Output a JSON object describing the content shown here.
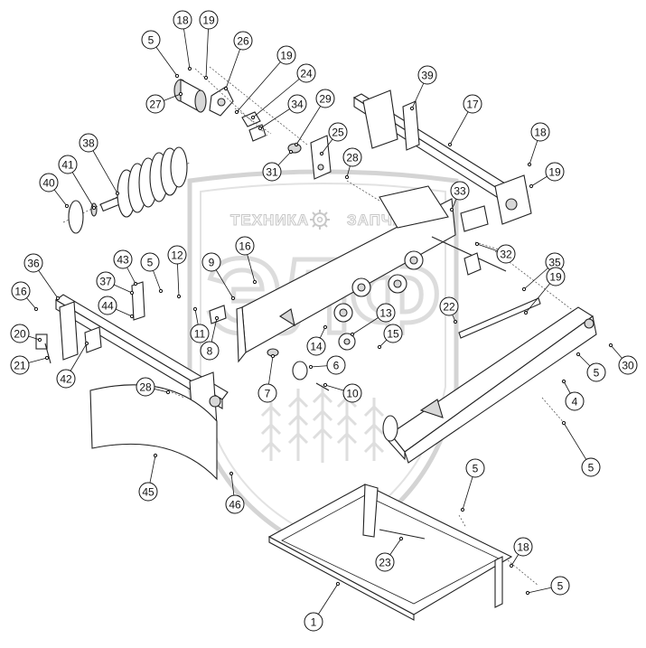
{
  "watermark": {
    "text_left": "ТЕХНИКА",
    "text_right": "ЗАПЧАСТИ",
    "logo_letters": "ЭЛФ",
    "gear_icon": "gear-icon"
  },
  "callouts": [
    {
      "id": "c5a",
      "label": "5"
    },
    {
      "id": "c18a",
      "label": "18"
    },
    {
      "id": "c19a",
      "label": "19"
    },
    {
      "id": "c26",
      "label": "26"
    },
    {
      "id": "c19b",
      "label": "19"
    },
    {
      "id": "c24",
      "label": "24"
    },
    {
      "id": "c27",
      "label": "27"
    },
    {
      "id": "c29",
      "label": "29"
    },
    {
      "id": "c34",
      "label": "34"
    },
    {
      "id": "c39",
      "label": "39"
    },
    {
      "id": "c17",
      "label": "17"
    },
    {
      "id": "c18b",
      "label": "18"
    },
    {
      "id": "c19c",
      "label": "19"
    },
    {
      "id": "c38",
      "label": "38"
    },
    {
      "id": "c41",
      "label": "41"
    },
    {
      "id": "c40",
      "label": "40"
    },
    {
      "id": "c25",
      "label": "25"
    },
    {
      "id": "c31",
      "label": "31"
    },
    {
      "id": "c28a",
      "label": "28"
    },
    {
      "id": "c33",
      "label": "33"
    },
    {
      "id": "c32",
      "label": "32"
    },
    {
      "id": "c36",
      "label": "36"
    },
    {
      "id": "c16a",
      "label": "16"
    },
    {
      "id": "c43",
      "label": "43"
    },
    {
      "id": "c5b",
      "label": "5"
    },
    {
      "id": "c12",
      "label": "12"
    },
    {
      "id": "c9",
      "label": "9"
    },
    {
      "id": "c16b",
      "label": "16"
    },
    {
      "id": "c37",
      "label": "37"
    },
    {
      "id": "c44",
      "label": "44"
    },
    {
      "id": "c11",
      "label": "11"
    },
    {
      "id": "c20",
      "label": "20"
    },
    {
      "id": "c21",
      "label": "21"
    },
    {
      "id": "c42",
      "label": "42"
    },
    {
      "id": "c8",
      "label": "8"
    },
    {
      "id": "c14",
      "label": "14"
    },
    {
      "id": "c13",
      "label": "13"
    },
    {
      "id": "c15",
      "label": "15"
    },
    {
      "id": "c22",
      "label": "22"
    },
    {
      "id": "c35",
      "label": "35"
    },
    {
      "id": "c19d",
      "label": "19"
    },
    {
      "id": "c30",
      "label": "30"
    },
    {
      "id": "c5c",
      "label": "5"
    },
    {
      "id": "c6",
      "label": "6"
    },
    {
      "id": "c7",
      "label": "7"
    },
    {
      "id": "c10",
      "label": "10"
    },
    {
      "id": "c4",
      "label": "4"
    },
    {
      "id": "c28b",
      "label": "28"
    },
    {
      "id": "c45",
      "label": "45"
    },
    {
      "id": "c46",
      "label": "46"
    },
    {
      "id": "c5d",
      "label": "5"
    },
    {
      "id": "c5e",
      "label": "5"
    },
    {
      "id": "c23",
      "label": "23"
    },
    {
      "id": "c18c",
      "label": "18"
    },
    {
      "id": "c5f",
      "label": "5"
    },
    {
      "id": "c1",
      "label": "1"
    }
  ]
}
